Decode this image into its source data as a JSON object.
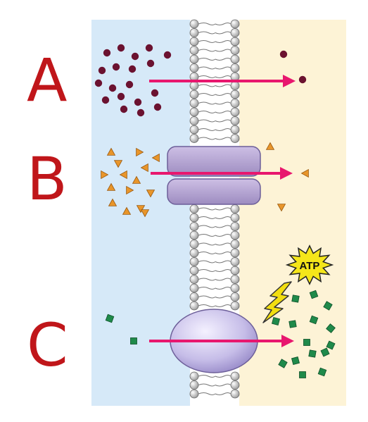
{
  "labels": {
    "a": "A",
    "b": "B",
    "c": "C"
  },
  "atp_label": "ATP",
  "colors": {
    "outside": "#d6e9f8",
    "inside": "#fdf3d6",
    "arrow": "#e8176e",
    "particle_a": "#6b1230",
    "particle_b": "#e8952a",
    "particle_c": "#1f8a4a",
    "channel": "#b7a6d2",
    "carrier": "#c9c0e6",
    "atp_burst": "#f5e61a",
    "bolt": "#f2de10",
    "label": "#c0161a"
  }
}
